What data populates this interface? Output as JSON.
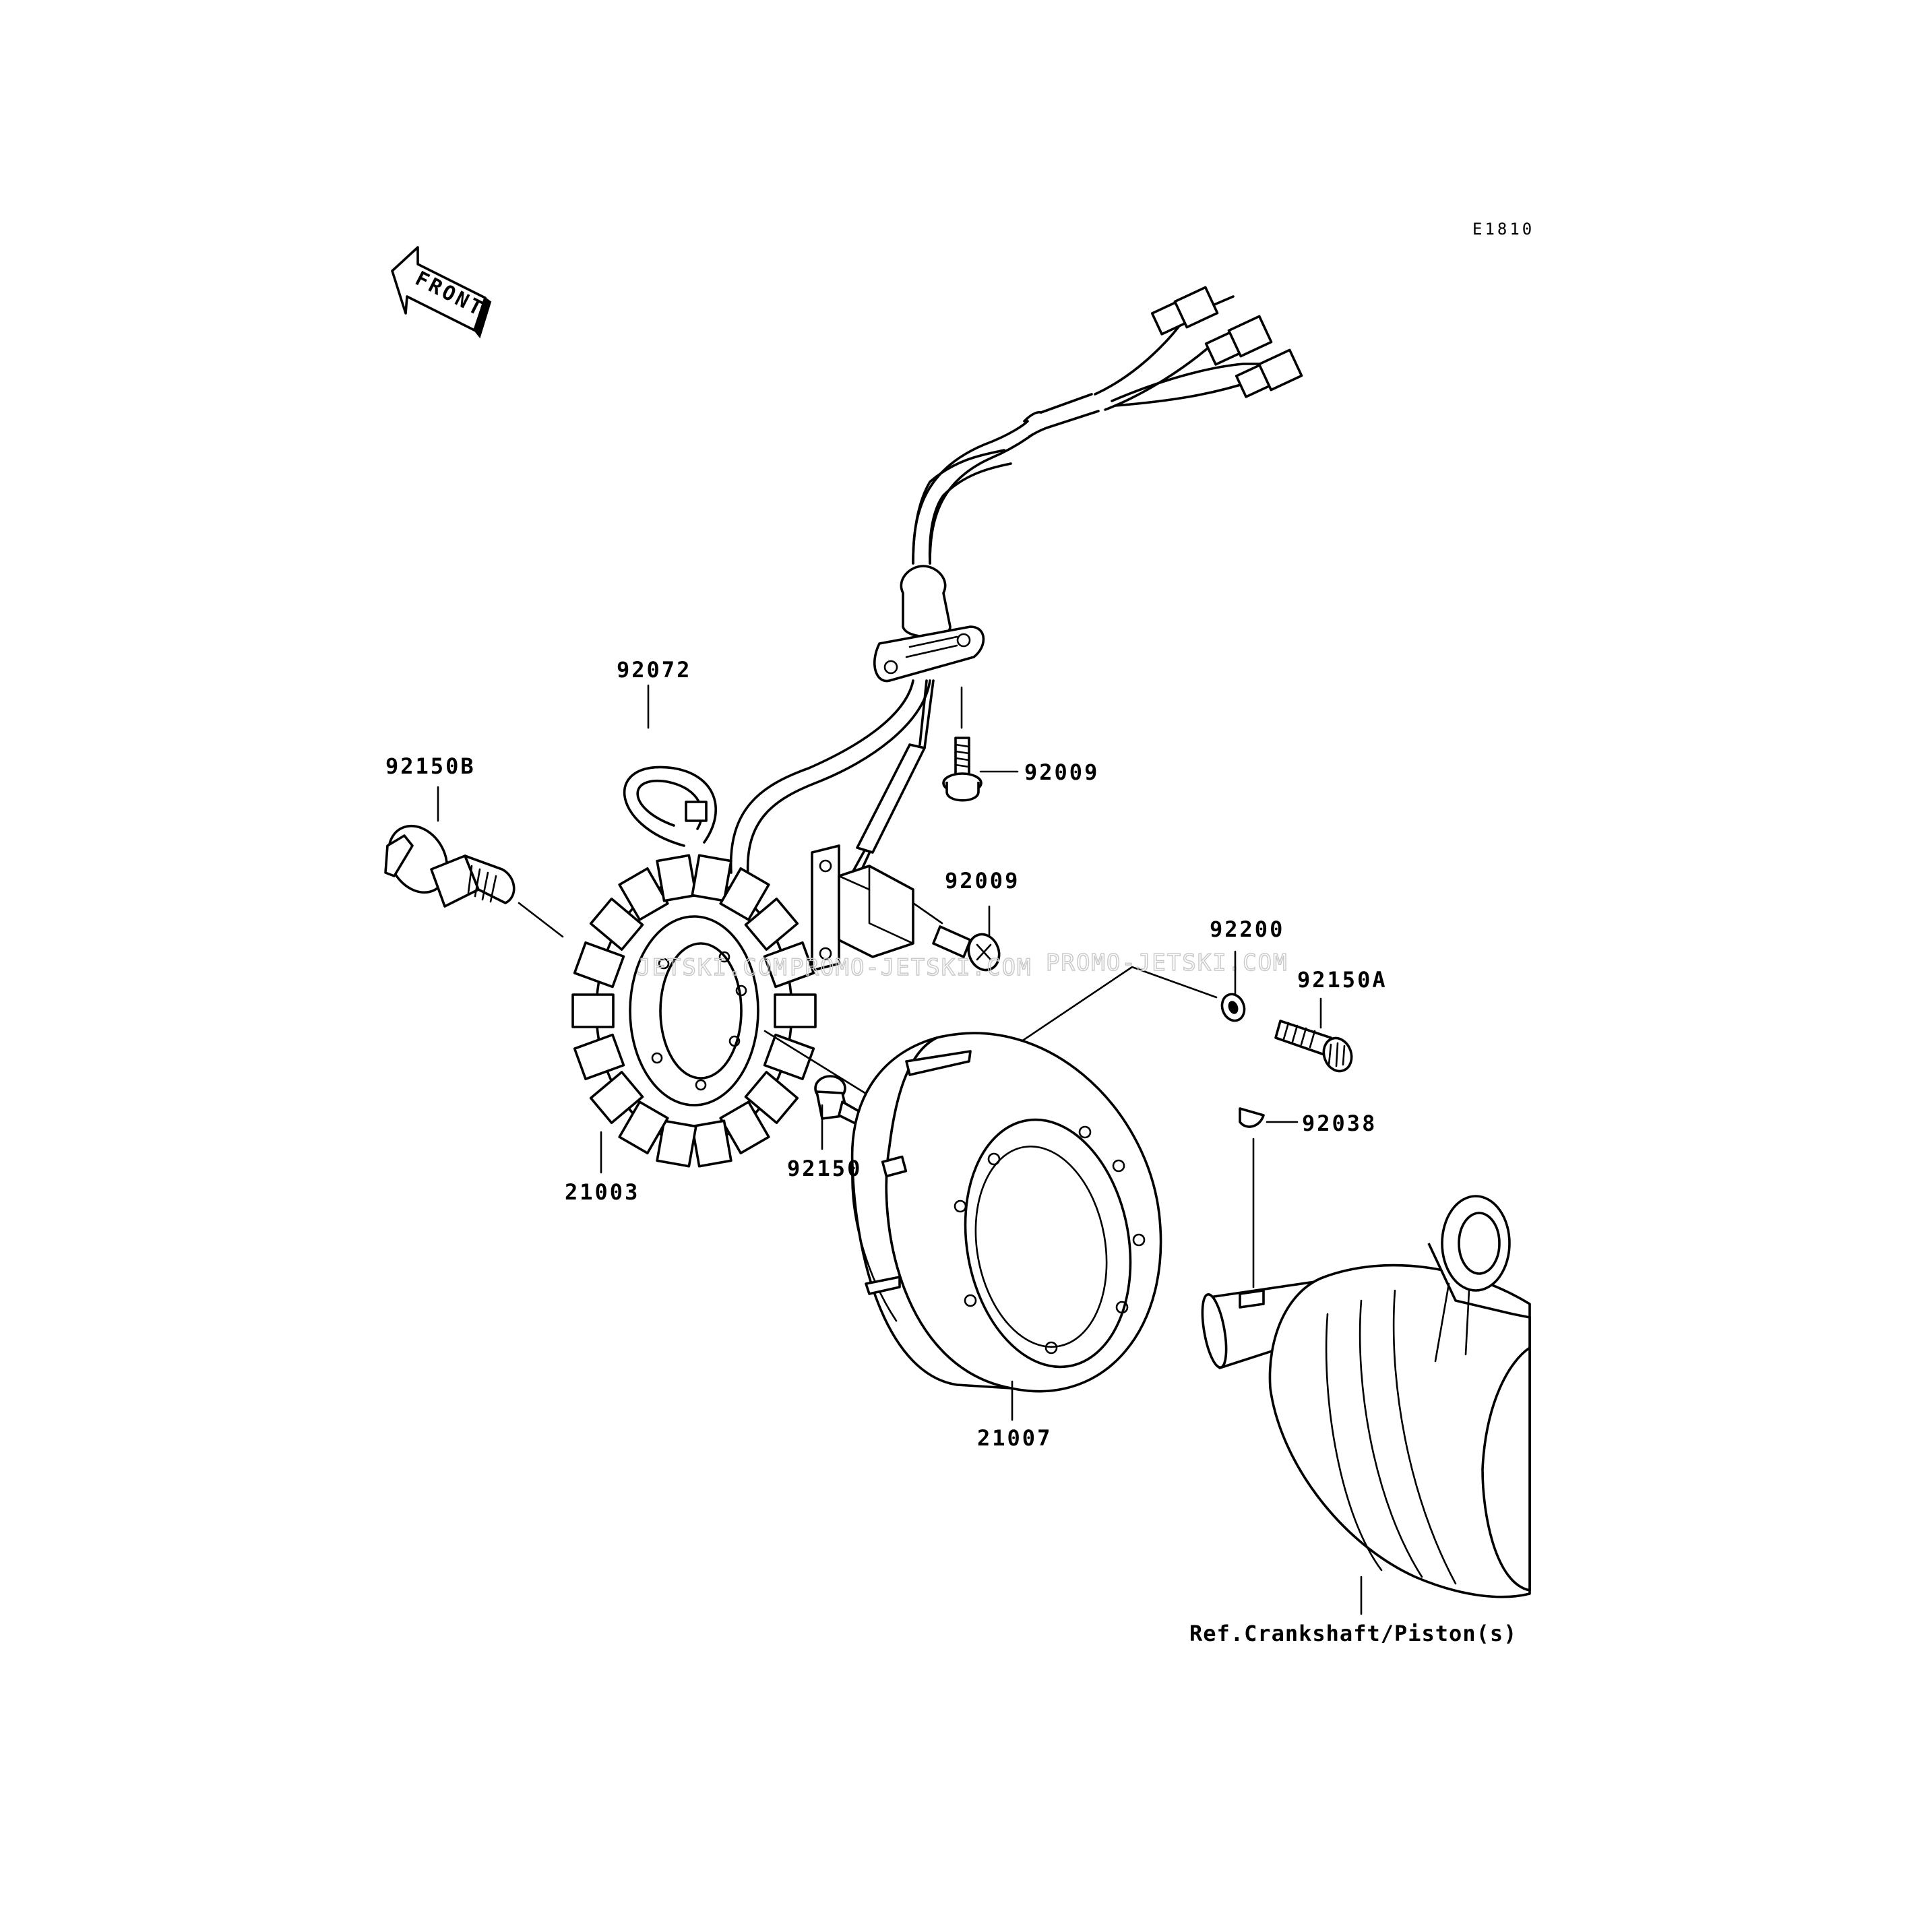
{
  "diagram": {
    "code": "E1810",
    "front_label": "FRONT",
    "watermarks": [
      "JETSKI.COM",
      "PROMO-JETSKI.COM",
      "PROMO-JETSKI.COM"
    ],
    "reference_note": "Ref.Crankshaft/Piston(s)",
    "callouts": [
      {
        "id": "stator",
        "label": "21003"
      },
      {
        "id": "flywheel",
        "label": "21007"
      },
      {
        "id": "cable-clamp",
        "label": "92072"
      },
      {
        "id": "stator-bolt",
        "label": "92150B"
      },
      {
        "id": "grommet-screw",
        "label": "92009"
      },
      {
        "id": "pickup-screw",
        "label": "92009"
      },
      {
        "id": "washer",
        "label": "92200"
      },
      {
        "id": "flywheel-bolt",
        "label": "92150A"
      },
      {
        "id": "flywheel-pin",
        "label": "92150"
      },
      {
        "id": "woodruff-key",
        "label": "92038"
      }
    ]
  }
}
